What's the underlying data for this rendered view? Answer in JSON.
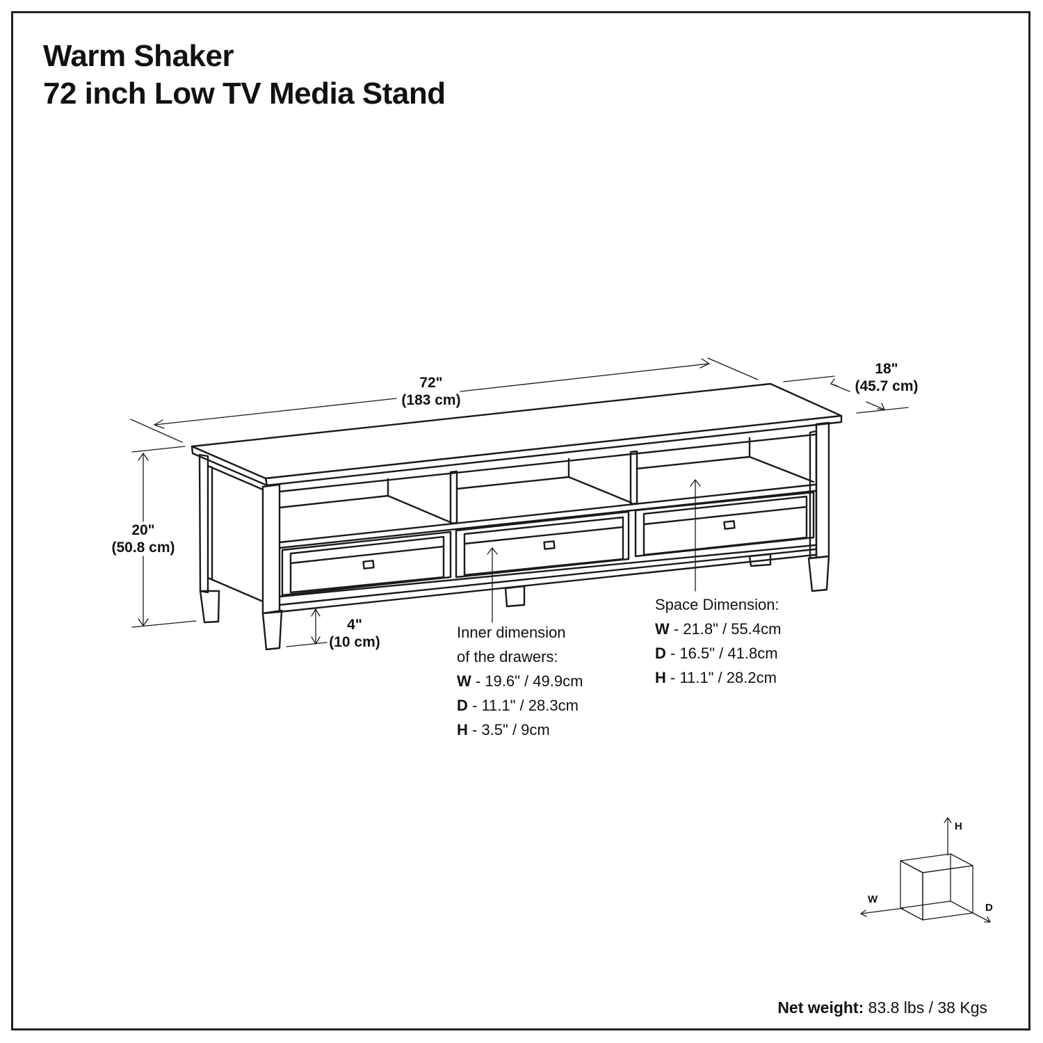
{
  "title": {
    "line1": "Warm Shaker",
    "line2": "72 inch Low TV Media Stand"
  },
  "dimensions": {
    "width": {
      "in": "72\"",
      "cm": "(183 cm)"
    },
    "depth": {
      "in": "18\"",
      "cm": "(45.7 cm)"
    },
    "height": {
      "in": "20\"",
      "cm": "(50.8 cm)"
    },
    "clearance": {
      "in": "4\"",
      "cm": "(10 cm)"
    }
  },
  "drawer_inner": {
    "heading1": "Inner dimension",
    "heading2": "of the drawers:",
    "w_label": "W",
    "w_value": " - 19.6\" / 49.9cm",
    "d_label": "D",
    "d_value": " - 11.1\" / 28.3cm",
    "h_label": "H",
    "h_value": " - 3.5\" / 9cm"
  },
  "space": {
    "heading": "Space Dimension:",
    "w_label": "W",
    "w_value": " - 21.8\" / 55.4cm",
    "d_label": "D",
    "d_value": " - 16.5\" / 41.8cm",
    "h_label": "H",
    "h_value": " - 11.1\" / 28.2cm"
  },
  "axes": {
    "h": "H",
    "w": "W",
    "d": "D"
  },
  "net_weight": {
    "label": "Net weight:",
    "value": " 83.8 lbs / 38 Kgs"
  }
}
